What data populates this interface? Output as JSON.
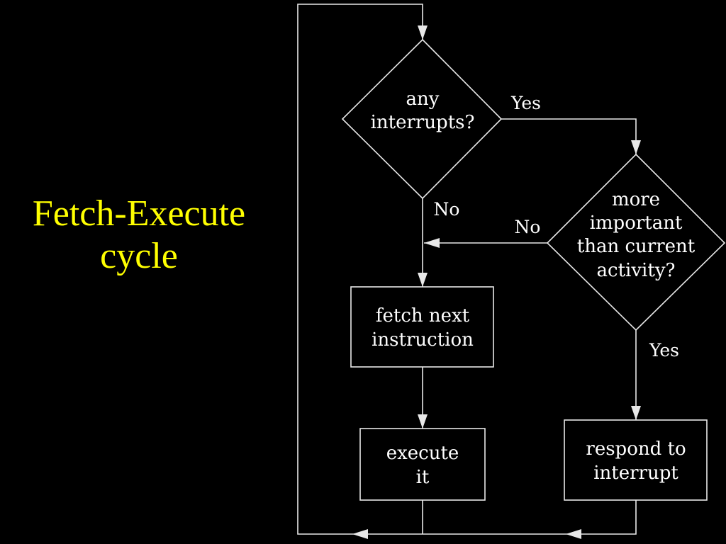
{
  "title": {
    "line1": "Fetch-Execute",
    "line2": "cycle"
  },
  "colors": {
    "background": "#000000",
    "title": "#ffff00",
    "diagram": "#ffffff"
  },
  "diagram": {
    "decision_interrupts": {
      "line1": "any",
      "line2": "interrupts?"
    },
    "decision_important": {
      "line1": "more",
      "line2": "important",
      "line3": "than current",
      "line4": "activity?"
    },
    "process_fetch": {
      "line1": "fetch next",
      "line2": "instruction"
    },
    "process_execute": {
      "line1": "execute",
      "line2": "it"
    },
    "process_respond": {
      "line1": "respond to",
      "line2": "interrupt"
    },
    "labels": {
      "interrupts_yes": "Yes",
      "interrupts_no": "No",
      "important_no": "No",
      "important_yes": "Yes"
    }
  }
}
